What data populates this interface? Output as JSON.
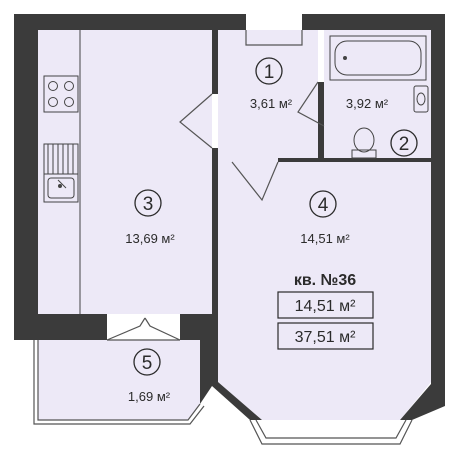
{
  "colors": {
    "room_fill": "#ede9f7",
    "wall": "#3b3b3b",
    "line": "#555555",
    "background": "#ffffff"
  },
  "rooms": [
    {
      "number": "1",
      "area": "3,61 м²"
    },
    {
      "number": "2",
      "area": "3,92 м²"
    },
    {
      "number": "3",
      "area": "13,69 м²"
    },
    {
      "number": "4",
      "area": "14,51 м²"
    },
    {
      "number": "5",
      "area": "1,69 м²"
    }
  ],
  "apartment": {
    "label": "кв. №36",
    "living_area": "14,51 м²",
    "total_area": "37,51 м²"
  },
  "icons": [
    "stove-icon",
    "sink-icon",
    "radiator-icon",
    "bathtub-icon",
    "washbasin-icon",
    "toilet-icon"
  ]
}
